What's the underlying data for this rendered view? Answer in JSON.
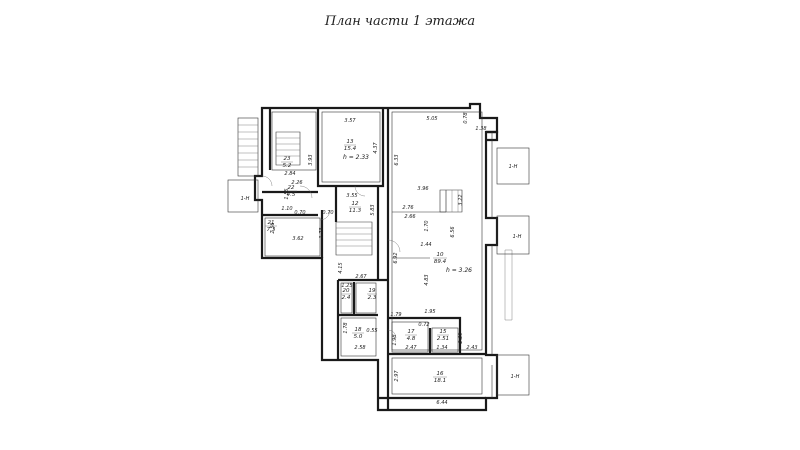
{
  "title": "План части 1 этажа",
  "rooms": [
    {
      "id": "room-23",
      "number": "23",
      "area": "5.2"
    },
    {
      "id": "room-13",
      "number": "13",
      "area": "15.4",
      "height": "h = 2.33"
    },
    {
      "id": "room-22",
      "number": "22",
      "area": "4.5"
    },
    {
      "id": "room-12",
      "number": "12",
      "area": "11.3"
    },
    {
      "id": "room-21",
      "number": "21",
      "area": "7.3"
    },
    {
      "id": "room-10",
      "number": "10",
      "area": "89.4",
      "height": "h = 3.26"
    },
    {
      "id": "room-20",
      "number": "20",
      "area": "2.4"
    },
    {
      "id": "room-19",
      "number": "19",
      "area": "2.3"
    },
    {
      "id": "room-18",
      "number": "18",
      "area": "5.0"
    },
    {
      "id": "room-17",
      "number": "17",
      "area": "4.8"
    },
    {
      "id": "room-15",
      "number": "15",
      "area": "2.51"
    },
    {
      "id": "room-16",
      "number": "16",
      "area": "18.1"
    }
  ],
  "dimensions": [
    "3.57",
    "5.05",
    "0.78",
    "1.38",
    "4.37",
    "6.33",
    "3.93",
    "2.84",
    "2.26",
    "1.55",
    "3.55",
    "0.70",
    "1.10",
    "0.70",
    "3.96",
    "2.76",
    "5.83",
    "2.66",
    "1.70",
    "6.56",
    "3.22",
    "2.56",
    "3.62",
    "1.73",
    "1.44",
    "6.92",
    "4.83",
    "4.15",
    "2.67",
    "1.25",
    "1.95",
    "1.79",
    "0.55",
    "0.72",
    "1.78",
    "2.58",
    "2.47",
    "1.34",
    "2.29",
    "2.43",
    "1.98",
    "2.97",
    "6.44"
  ],
  "entrances": [
    "1-Н",
    "1-Н",
    "1-Н",
    "1-Н"
  ]
}
